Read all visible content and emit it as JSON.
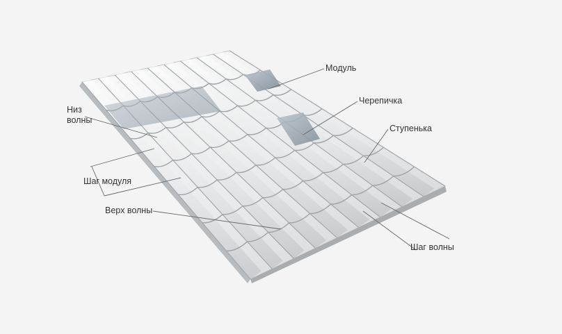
{
  "labels": {
    "module": "Модуль",
    "tile": "Черепичка",
    "step": "Ступенька",
    "wave_bottom": "Низ\nволны",
    "module_pitch": "Шаг модуля",
    "wave_top": "Верх волны",
    "wave_pitch": "Шаг волны"
  },
  "colors": {
    "sheet_light": "#f7f7f7",
    "sheet_mid": "#d9dadb",
    "sheet_dark": "#8d9194",
    "highlight": "#9aa7b2",
    "leader": "#666666",
    "label_text": "#333333"
  }
}
